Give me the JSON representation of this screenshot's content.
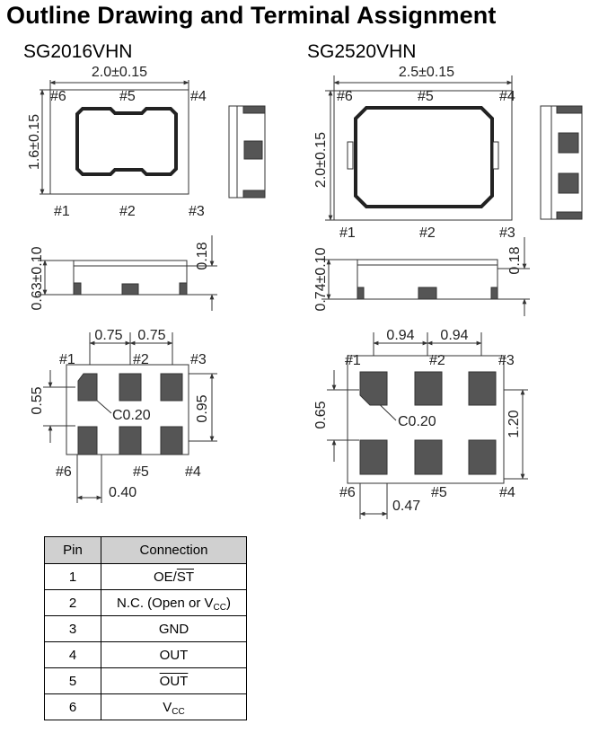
{
  "title": "Outline Drawing and Terminal Assignment",
  "models": [
    {
      "name": "SG2016VHN",
      "top_view": {
        "width_dim": "2.0±0.15",
        "height_dim": "1.6±0.15",
        "pins_top": [
          "#6",
          "#5",
          "#4"
        ],
        "pins_bottom": [
          "#1",
          "#2",
          "#3"
        ]
      },
      "side_view": {
        "height_dim": "0.63±0.10",
        "lead_dim": "0.18"
      },
      "footprint": {
        "pitch_left": "0.75",
        "pitch_right": "0.75",
        "pad_height_dim": "0.55",
        "row_span_dim": "0.95",
        "pad_width_dim": "0.40",
        "chamfer": "C0.20",
        "pins_top": [
          "#1",
          "#2",
          "#3"
        ],
        "pins_bottom": [
          "#6",
          "#5",
          "#4"
        ]
      }
    },
    {
      "name": "SG2520VHN",
      "top_view": {
        "width_dim": "2.5±0.15",
        "height_dim": "2.0±0.15",
        "pins_top": [
          "#6",
          "#5",
          "#4"
        ],
        "pins_bottom": [
          "#1",
          "#2",
          "#3"
        ]
      },
      "side_view": {
        "height_dim": "0.74±0.10",
        "lead_dim": "0.18"
      },
      "footprint": {
        "pitch_left": "0.94",
        "pitch_right": "0.94",
        "pad_height_dim": "0.65",
        "row_span_dim": "1.20",
        "pad_width_dim": "0.47",
        "chamfer": "C0.20",
        "pins_top": [
          "#1",
          "#2",
          "#3"
        ],
        "pins_bottom": [
          "#6",
          "#5",
          "#4"
        ]
      }
    }
  ],
  "pin_table": {
    "headers": [
      "Pin",
      "Connection"
    ],
    "rows": [
      {
        "pin": "1",
        "connection": {
          "pre": "OE/",
          "over": "ST",
          "sub": "",
          "post": ""
        }
      },
      {
        "pin": "2",
        "connection": {
          "pre": "N.C. (Open or V",
          "over": "",
          "sub": "CC",
          "post": ")"
        }
      },
      {
        "pin": "3",
        "connection": {
          "pre": "GND",
          "over": "",
          "sub": "",
          "post": ""
        }
      },
      {
        "pin": "4",
        "connection": {
          "pre": "OUT",
          "over": "",
          "sub": "",
          "post": ""
        }
      },
      {
        "pin": "5",
        "connection": {
          "pre": "",
          "over": "OUT",
          "sub": "",
          "post": ""
        }
      },
      {
        "pin": "6",
        "connection": {
          "pre": "V",
          "over": "",
          "sub": "CC",
          "post": ""
        }
      }
    ]
  }
}
